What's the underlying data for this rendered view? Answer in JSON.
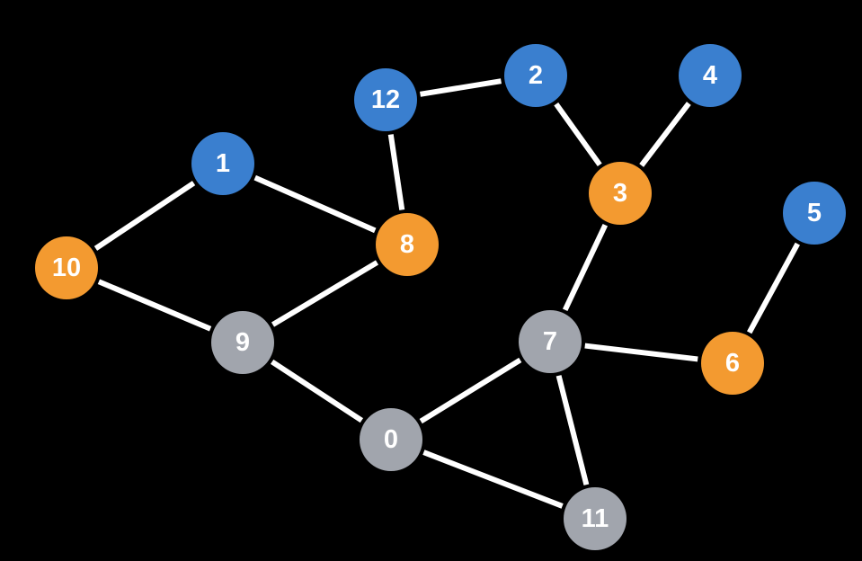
{
  "colors": {
    "background": "#000000",
    "edge": "#ffffff",
    "label": "#ffffff",
    "blue": "#3a7fcf",
    "orange": "#f39a30",
    "gray": "#a1a5ad"
  },
  "nodes": [
    {
      "id": "0",
      "label": "0",
      "color": "gray"
    },
    {
      "id": "1",
      "label": "1",
      "color": "blue"
    },
    {
      "id": "2",
      "label": "2",
      "color": "blue"
    },
    {
      "id": "3",
      "label": "3",
      "color": "orange"
    },
    {
      "id": "4",
      "label": "4",
      "color": "blue"
    },
    {
      "id": "5",
      "label": "5",
      "color": "blue"
    },
    {
      "id": "6",
      "label": "6",
      "color": "orange"
    },
    {
      "id": "7",
      "label": "7",
      "color": "gray"
    },
    {
      "id": "8",
      "label": "8",
      "color": "orange"
    },
    {
      "id": "9",
      "label": "9",
      "color": "gray"
    },
    {
      "id": "10",
      "label": "10",
      "color": "orange"
    },
    {
      "id": "11",
      "label": "11",
      "color": "gray"
    },
    {
      "id": "12",
      "label": "12",
      "color": "blue"
    }
  ],
  "edges": [
    [
      "1",
      "10"
    ],
    [
      "1",
      "8"
    ],
    [
      "10",
      "9"
    ],
    [
      "9",
      "8"
    ],
    [
      "9",
      "0"
    ],
    [
      "0",
      "7"
    ],
    [
      "0",
      "11"
    ],
    [
      "7",
      "11"
    ],
    [
      "7",
      "6"
    ],
    [
      "7",
      "3"
    ],
    [
      "3",
      "2"
    ],
    [
      "3",
      "4"
    ],
    [
      "6",
      "5"
    ],
    [
      "12",
      "2"
    ],
    [
      "12",
      "8"
    ]
  ]
}
